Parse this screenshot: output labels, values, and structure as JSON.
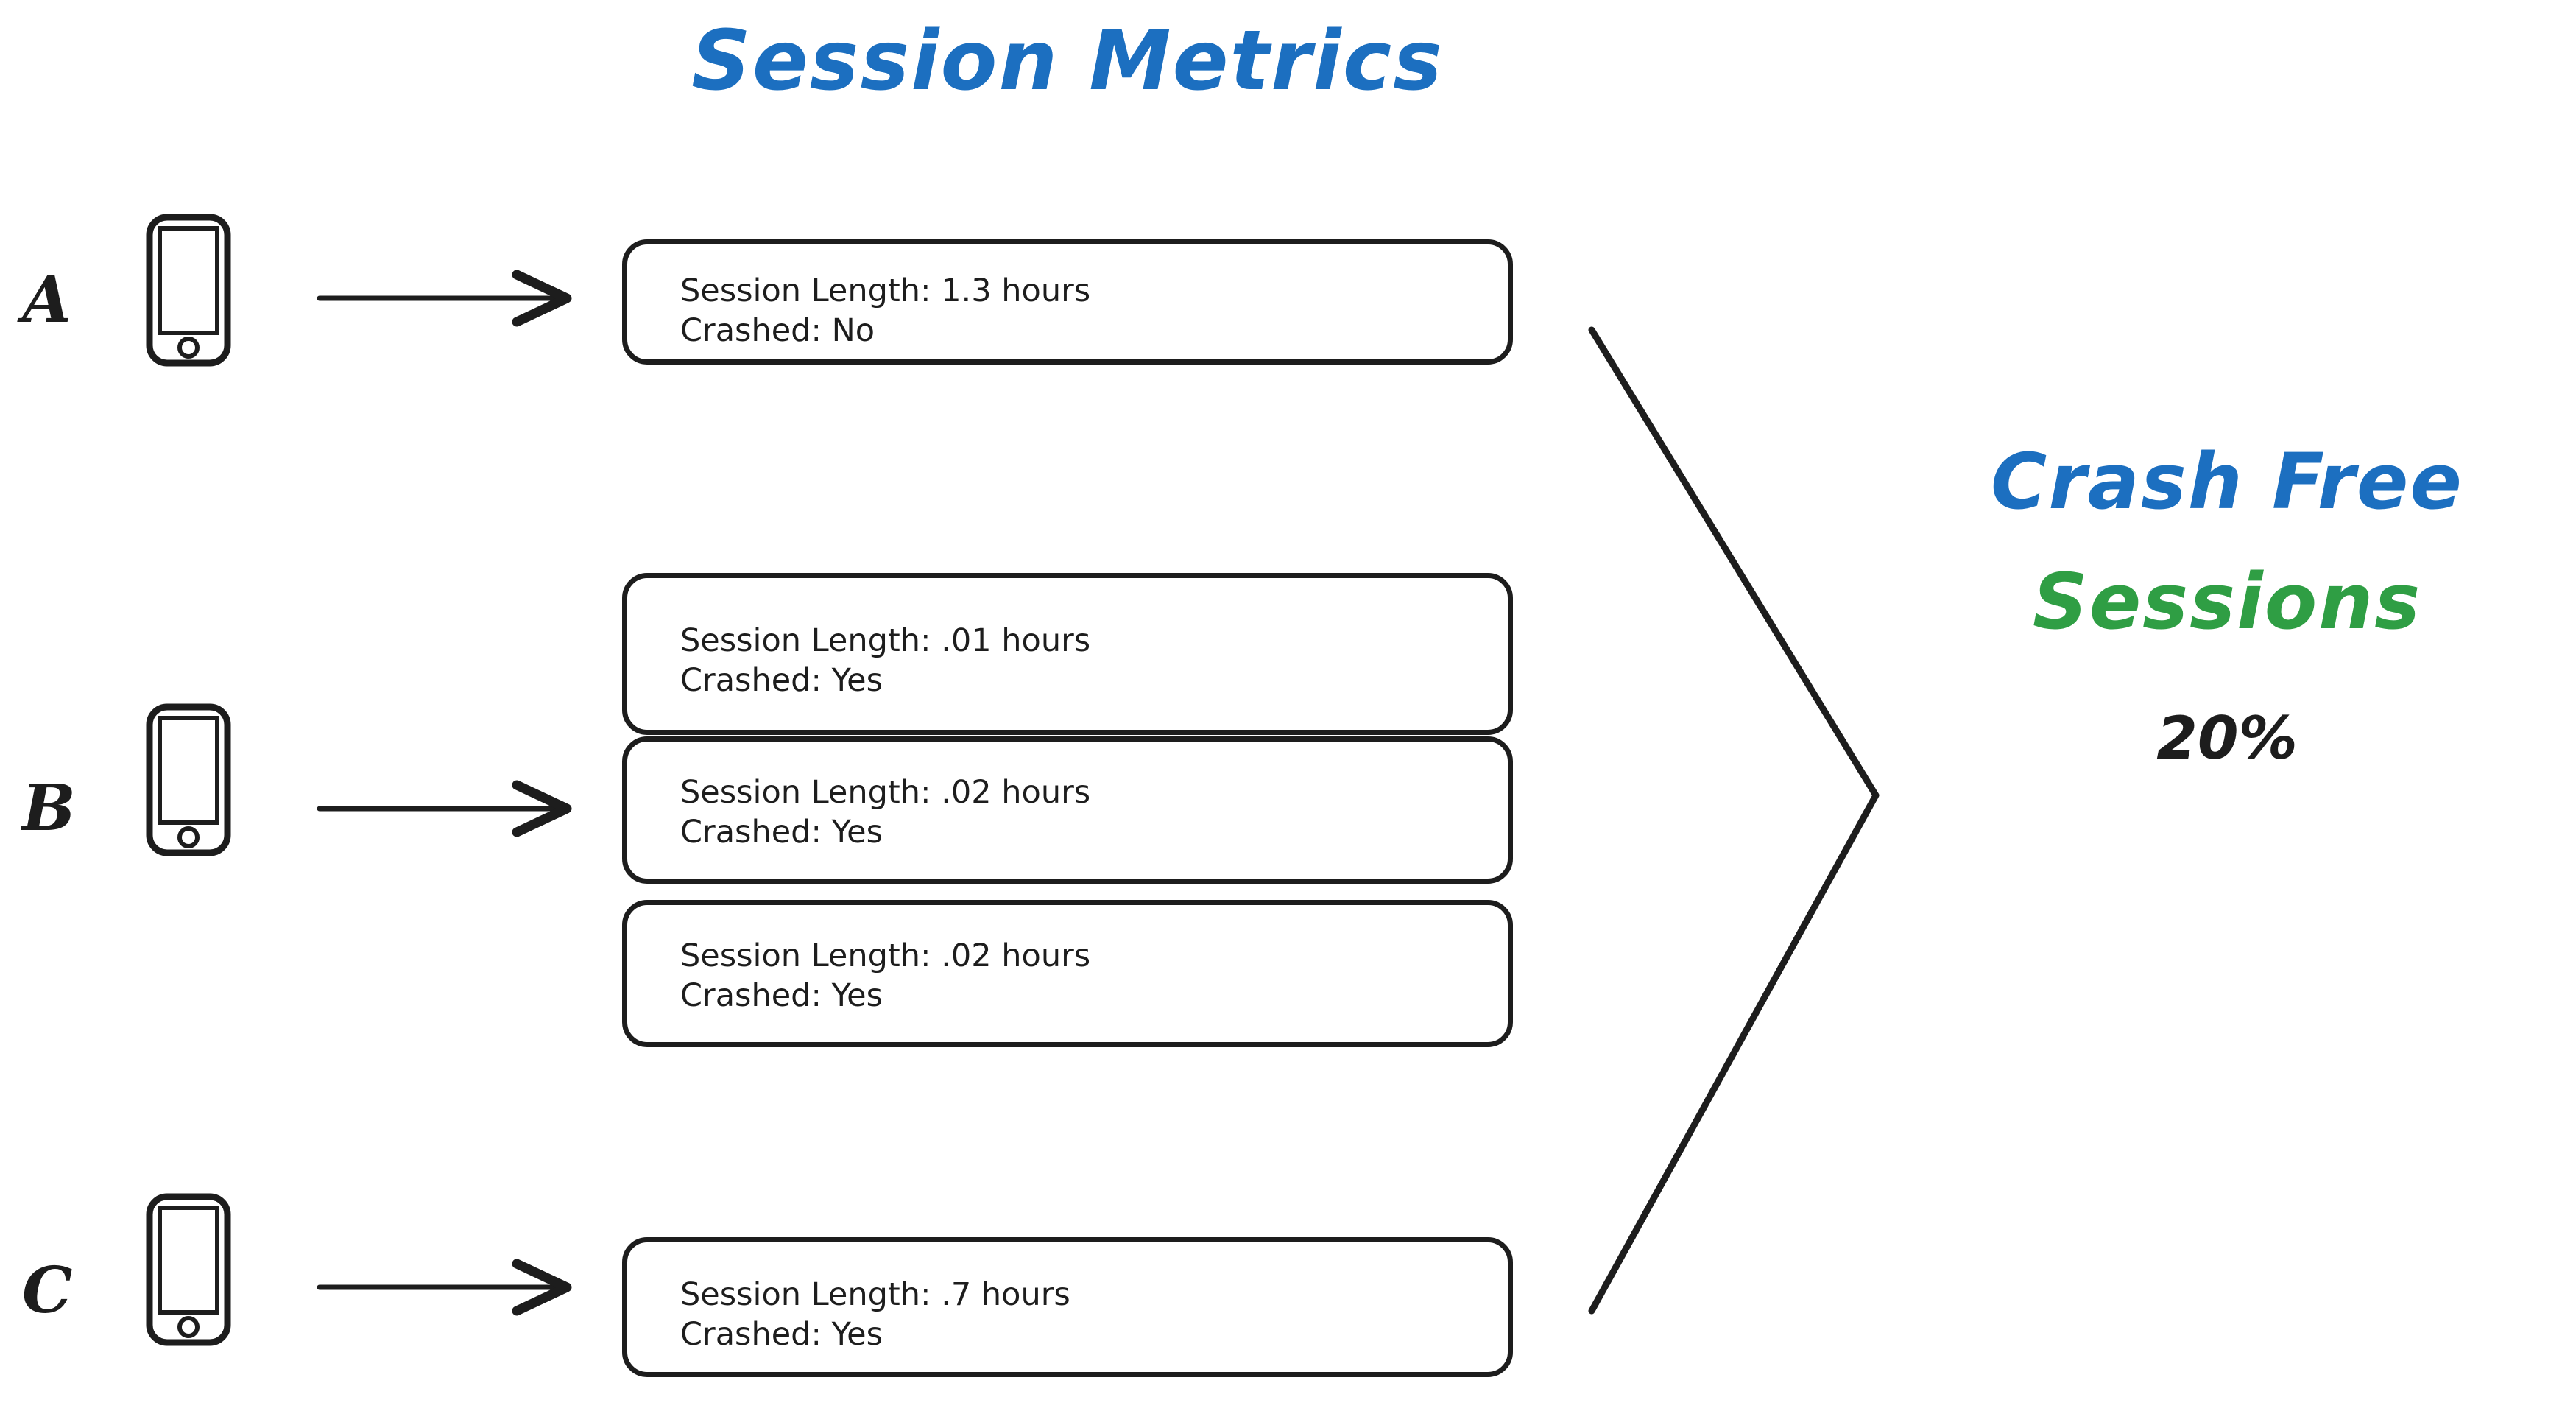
{
  "diagram": {
    "title": "Session Metrics",
    "groups": [
      {
        "letter": "A",
        "device_icon": "phone-icon",
        "arrow_icon": "arrow-right-icon",
        "sessions": [
          {
            "length_label": "Session Length: 1.3 hours",
            "crashed_label": "Crashed: No"
          }
        ]
      },
      {
        "letter": "B",
        "device_icon": "phone-icon",
        "arrow_icon": "arrow-right-icon",
        "sessions": [
          {
            "length_label": "Session Length: .01 hours",
            "crashed_label": "Crashed: Yes"
          },
          {
            "length_label": "Session Length: .02 hours",
            "crashed_label": "Crashed: Yes"
          },
          {
            "length_label": "Session Length: .02 hours",
            "crashed_label": "Crashed: Yes"
          }
        ]
      },
      {
        "letter": "C",
        "device_icon": "phone-icon",
        "arrow_icon": "arrow-right-icon",
        "sessions": [
          {
            "length_label": "Session Length: .7 hours",
            "crashed_label": "Crashed: Yes"
          }
        ]
      }
    ],
    "aggregator_icon": "brace-right-icon",
    "outcome": {
      "line1": "Crash Free",
      "line2": "Sessions",
      "value": "20%"
    },
    "colors": {
      "title_blue": "#1c6fc0",
      "outcome_green": "#2f9e44",
      "ink_black": "#1d1d1d"
    }
  }
}
